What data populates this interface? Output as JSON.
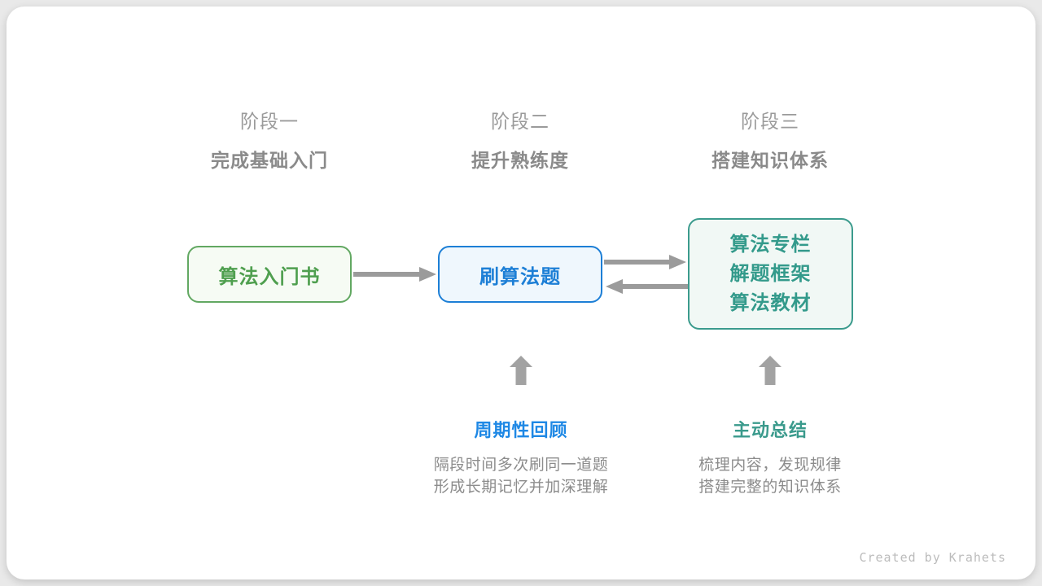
{
  "page": {
    "background_color": "#e9e9e9",
    "card_color": "#ffffff"
  },
  "stages": [
    {
      "label": "阶段一",
      "title": "完成基础入门"
    },
    {
      "label": "阶段二",
      "title": "提升熟练度"
    },
    {
      "label": "阶段三",
      "title": "搭建知识体系"
    }
  ],
  "nodes": {
    "stage1": {
      "text": "算法入门书",
      "accent": "#4f9f4f",
      "border": "#62a862",
      "fill": "#f6fbf4"
    },
    "stage2": {
      "text": "刷算法题",
      "accent": "#1d7fd6",
      "border": "#1d7fd6",
      "fill": "#eff7fd"
    },
    "stage3": {
      "lines": [
        "算法专栏",
        "解题框架",
        "算法教材"
      ],
      "accent": "#339a8b",
      "border": "#3b9b8d",
      "fill": "#f1f8f5"
    }
  },
  "flow_arrows": {
    "color": "#9b9b9b",
    "items": [
      {
        "from": "stage1-node",
        "to": "stage2-node",
        "direction": "right"
      },
      {
        "from": "stage2-node",
        "to": "stage3-node",
        "direction": "right"
      },
      {
        "from": "stage3-node",
        "to": "stage2-node",
        "direction": "left"
      }
    ]
  },
  "annotations": [
    {
      "label": "周期性回顾",
      "label_color": "#1e88e5",
      "lines": [
        "隔段时间多次刷同一道题",
        "形成长期记忆并加深理解"
      ],
      "points_to": "stage2-node"
    },
    {
      "label": "主动总结",
      "label_color": "#3a9a8c",
      "lines": [
        "梳理内容，发现规律",
        "搭建完整的知识体系"
      ],
      "points_to": "stage3-node"
    }
  ],
  "up_arrow_color": "#a2a2a2",
  "credit": "Created by Krahets"
}
